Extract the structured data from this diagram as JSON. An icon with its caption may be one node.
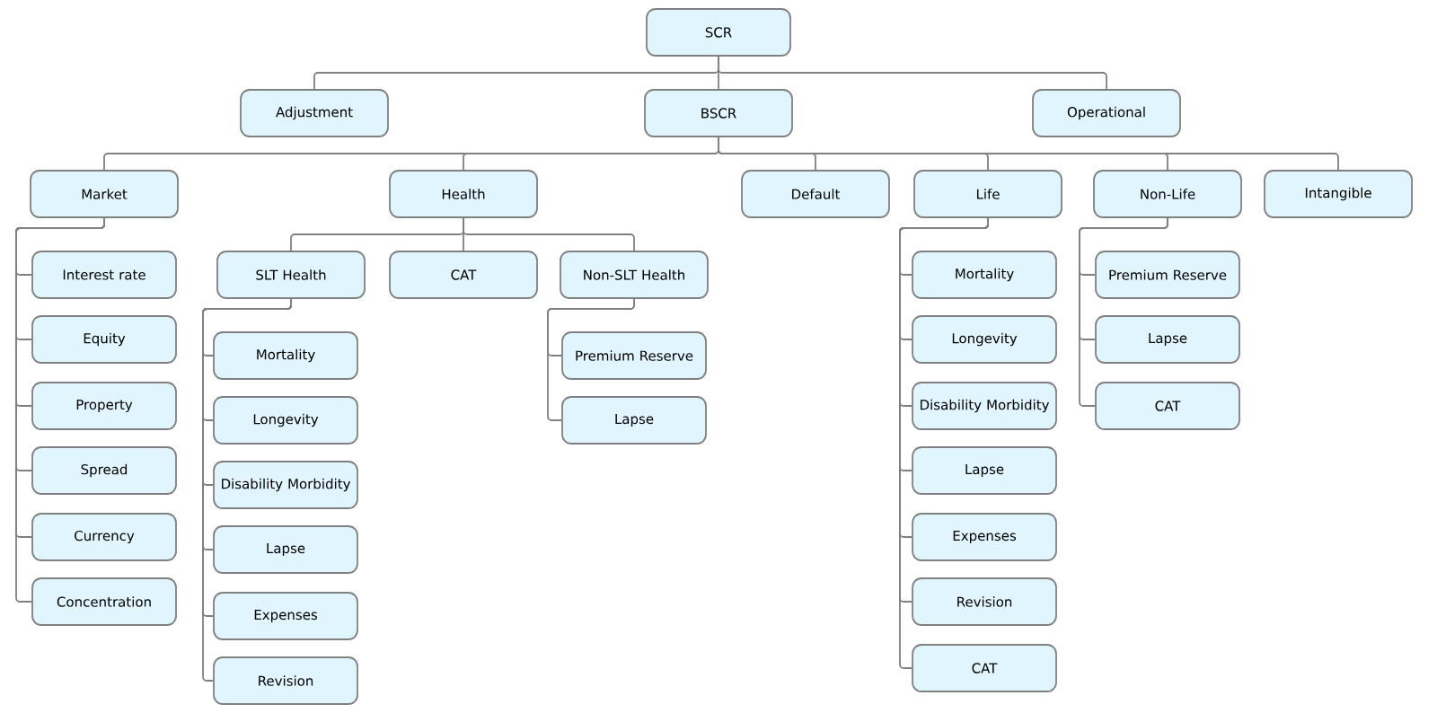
{
  "diagram": {
    "nodes": [
      {
        "text": [
          "SCR"
        ]
      },
      {
        "text": [
          "Adjustment"
        ]
      },
      {
        "text": [
          "BSCR"
        ]
      },
      {
        "text": [
          "Operational"
        ]
      },
      {
        "text": [
          "Market"
        ]
      },
      {
        "text": [
          "Health"
        ]
      },
      {
        "text": [
          "Default"
        ]
      },
      {
        "text": [
          "Life"
        ]
      },
      {
        "text": [
          "Non-Life"
        ]
      },
      {
        "text": [
          "Intangible"
        ]
      },
      {
        "text": [
          "Interest rate"
        ]
      },
      {
        "text": [
          "Equity"
        ]
      },
      {
        "text": [
          "Property"
        ]
      },
      {
        "text": [
          "Spread"
        ]
      },
      {
        "text": [
          "Currency"
        ]
      },
      {
        "text": [
          "Concentration"
        ]
      },
      {
        "text": [
          "SLT Health"
        ]
      },
      {
        "text": [
          "CAT"
        ]
      },
      {
        "text": [
          "Non-SLT Health"
        ]
      },
      {
        "text": [
          "Mortality"
        ]
      },
      {
        "text": [
          "Longevity"
        ]
      },
      {
        "text": [
          "Disability Morbidity"
        ]
      },
      {
        "text": [
          "Lapse"
        ]
      },
      {
        "text": [
          "Expenses"
        ]
      },
      {
        "text": [
          "Revision"
        ]
      },
      {
        "text": [
          "Premium Reserve"
        ]
      },
      {
        "text": [
          "Lapse"
        ]
      },
      {
        "text": [
          "Mortality"
        ]
      },
      {
        "text": [
          "Longevity"
        ]
      },
      {
        "text": [
          "Disability Morbidity"
        ]
      },
      {
        "text": [
          "Lapse"
        ]
      },
      {
        "text": [
          "Expenses"
        ]
      },
      {
        "text": [
          "Revision"
        ]
      },
      {
        "text": [
          "CAT"
        ]
      },
      {
        "text": [
          "Premium Reserve"
        ]
      },
      {
        "text": [
          "Lapse"
        ]
      },
      {
        "text": [
          "CAT"
        ]
      }
    ],
    "edges": [
      {
        "from": 0,
        "to": 1,
        "arrow": "none"
      },
      {
        "from": 0,
        "to": 2,
        "arrow": "none"
      },
      {
        "from": 0,
        "to": 3,
        "arrow": "none"
      },
      {
        "from": 2,
        "to": 4,
        "arrow": "none"
      },
      {
        "from": 2,
        "to": 5,
        "arrow": "none"
      },
      {
        "from": 2,
        "to": 6,
        "arrow": "none"
      },
      {
        "from": 2,
        "to": 7,
        "arrow": "none"
      },
      {
        "from": 2,
        "to": 8,
        "arrow": "none"
      },
      {
        "from": 2,
        "to": 9,
        "arrow": "none"
      },
      {
        "from": 4,
        "to": 10,
        "arrow": "none"
      },
      {
        "from": 4,
        "to": 11,
        "arrow": "none"
      },
      {
        "from": 4,
        "to": 12,
        "arrow": "none"
      },
      {
        "from": 4,
        "to": 13,
        "arrow": "none"
      },
      {
        "from": 4,
        "to": 14,
        "arrow": "none"
      },
      {
        "from": 4,
        "to": 15,
        "arrow": "none"
      },
      {
        "from": 5,
        "to": 16,
        "arrow": "none"
      },
      {
        "from": 5,
        "to": 17,
        "arrow": "none"
      },
      {
        "from": 5,
        "to": 18,
        "arrow": "none"
      },
      {
        "from": 16,
        "to": 19,
        "arrow": "none"
      },
      {
        "from": 16,
        "to": 20,
        "arrow": "none"
      },
      {
        "from": 16,
        "to": 21,
        "arrow": "none"
      },
      {
        "from": 16,
        "to": 22,
        "arrow": "none"
      },
      {
        "from": 16,
        "to": 23,
        "arrow": "none"
      },
      {
        "from": 16,
        "to": 24,
        "arrow": "none"
      },
      {
        "from": 18,
        "to": 25,
        "arrow": "none"
      },
      {
        "from": 18,
        "to": 26,
        "arrow": "none"
      },
      {
        "from": 7,
        "to": 27,
        "arrow": "none"
      },
      {
        "from": 7,
        "to": 28,
        "arrow": "none"
      },
      {
        "from": 7,
        "to": 29,
        "arrow": "none"
      },
      {
        "from": 7,
        "to": 30,
        "arrow": "none"
      },
      {
        "from": 7,
        "to": 31,
        "arrow": "none"
      },
      {
        "from": 7,
        "to": 32,
        "arrow": "none"
      },
      {
        "from": 7,
        "to": 33,
        "arrow": "none"
      },
      {
        "from": 8,
        "to": 34,
        "arrow": "none"
      },
      {
        "from": 8,
        "to": 35,
        "arrow": "none"
      },
      {
        "from": 8,
        "to": 36,
        "arrow": "none"
      }
    ]
  }
}
